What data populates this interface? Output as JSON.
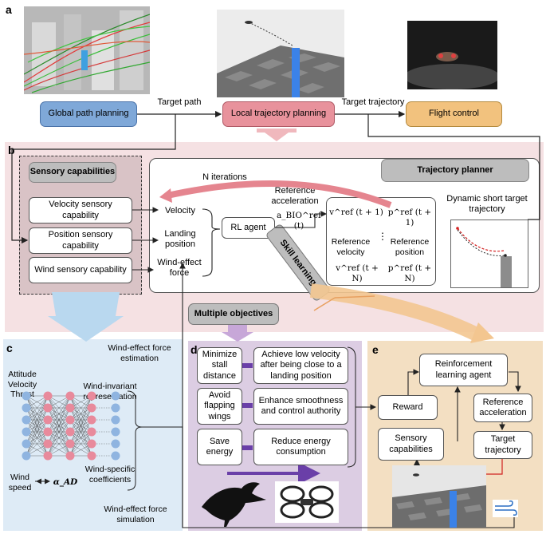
{
  "panels": {
    "a": "a",
    "b": "b",
    "c": "c",
    "d": "d",
    "e": "e"
  },
  "pipeline": {
    "global": "Global path planning",
    "target_path": "Target path",
    "local": "Local trajectory planning",
    "target_trajectory": "Target trajectory",
    "flight": "Flight control"
  },
  "sensory": {
    "title": "Sensory capabilities",
    "velocity": "Velocity sensory capability",
    "position": "Position sensory capability",
    "wind": "Wind sensory capability"
  },
  "planner": {
    "title": "Trajectory planner",
    "n_iterations": "N iterations",
    "ref_accel": "Reference acceleration",
    "ref_accel_math": "a_BIO^ref (t)",
    "velocity": "Velocity",
    "landing": "Landing position",
    "wind_force": "Wind-effect force",
    "rl_agent": "RL agent",
    "v_t1": "v^ref (t + 1)",
    "p_t1": "p^ref (t + 1)",
    "ref_velocity": "Reference velocity",
    "ref_position": "Reference position",
    "v_tN": "v^ref (t + N)",
    "p_tN": "p^ref (t + N)",
    "dynamic": "Dynamic short target trajectory",
    "skill": "Skill learning",
    "multi": "Multiple objectives"
  },
  "panel_c": {
    "estimation": "Wind-effect force estimation",
    "simulation": "Wind-effect force simulation",
    "inputs": "Attitude Velocity Thrust",
    "invariant": "Wind-invariant representation",
    "specific": "Wind-specific coefficients",
    "wind_speed": "Wind speed",
    "alpha": "α_AD"
  },
  "panel_d": {
    "rows": [
      {
        "left": "Minimize stall distance",
        "right": "Achieve low velocity after being close to a landing position"
      },
      {
        "left": "Avoid flapping wings",
        "right": "Enhance smoothness and control authority"
      },
      {
        "left": "Save energy",
        "right": "Reduce energy consumption"
      }
    ]
  },
  "panel_e": {
    "rl": "Reinforcement learning agent",
    "reward": "Reward",
    "ref_accel": "Reference acceleration",
    "sensory": "Sensory capabilities",
    "target": "Target trajectory"
  },
  "colors": {
    "global_blue": "#7fa8d8",
    "local_red": "#e8929c",
    "flight_orange": "#f2c27e",
    "bg_b": "#f5e1e3",
    "bg_c": "#deebf6",
    "bg_d": "#dccde3",
    "bg_e": "#f3dfc2"
  }
}
